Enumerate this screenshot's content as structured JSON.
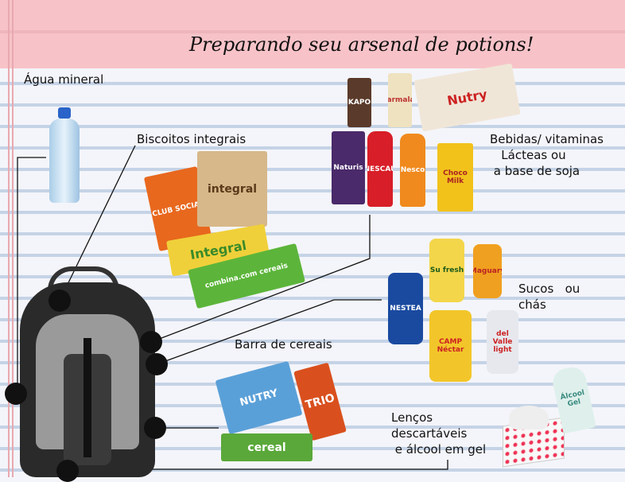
{
  "title": "Preparando seu arsenal de potions!",
  "labels": {
    "agua": "Água mineral",
    "biscoitos": "Biscoitos integrais",
    "bebidas": "Bebidas/ vitaminas\n   Lácteas ou\n a base de soja",
    "sucos": "Sucos   ou\nchás",
    "barra": "Barra de cereais",
    "lencos": "Lenços\ndescartáveis\n e álcool em gel"
  },
  "products": {
    "kapo": "KAPO",
    "parmalat": "parmalat",
    "nutry": "Nutry",
    "naturis": "Naturis",
    "nescau": "NESCAU",
    "nesco": "Nesco",
    "chocomilk": "Choco Milk",
    "club_social": "CLUB SOCIAL",
    "integral": "integral",
    "integral2": "Integral",
    "nestle": "combina.com cereais",
    "sufresh": "Su fresh",
    "maguary": "Maguary",
    "nestea": "NESTEA",
    "camp": "CAMP Néctar",
    "dvalle": "del Valle light",
    "nutry_bar": "NUTRY",
    "trio": "TRIO",
    "cereal": "cereal",
    "alcool": "Álcool Gel"
  }
}
